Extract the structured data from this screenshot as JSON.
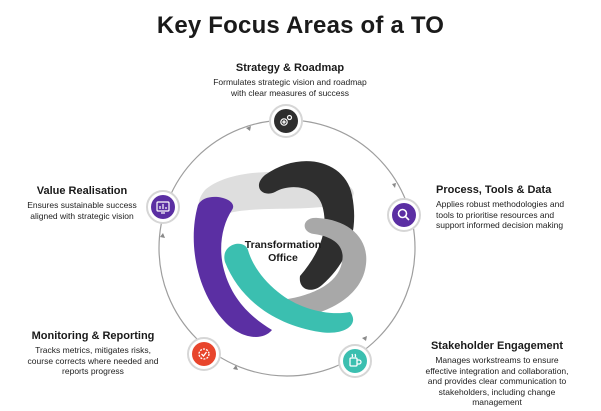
{
  "title": "Key Focus Areas of a TO",
  "center_label": {
    "line1": "Transformation",
    "line2": "Office"
  },
  "areas": [
    {
      "key": "strategy",
      "title": "Strategy & Roadmap",
      "lines": [
        "Formulates strategic vision and roadmap",
        "with clear measures of success"
      ],
      "icon": "gears-icon",
      "color": "#2e2e2e"
    },
    {
      "key": "process",
      "title": "Process, Tools  & Data",
      "lines": [
        "Applies robust methodologies and",
        "tools to prioritise resources and",
        "support informed decision making"
      ],
      "icon": "magnifier-icon",
      "color": "#5b2fa3"
    },
    {
      "key": "stakeholder",
      "title": "Stakeholder Engagement",
      "lines": [
        "Manages workstreams to ensure",
        "effective integration and collaboration,",
        "and provides clear communication to",
        "stakeholders, including change",
        "management"
      ],
      "icon": "coffee-cup-icon",
      "color": "#3bbfb0"
    },
    {
      "key": "monitoring",
      "title": "Monitoring & Reporting",
      "lines": [
        "Tracks metrics, mitigates risks,",
        "course corrects where needed and",
        "reports progress"
      ],
      "icon": "gear-check-icon",
      "color": "#e8452c"
    },
    {
      "key": "value",
      "title": "Value Realisation",
      "lines": [
        "Ensures sustainable success",
        "aligned with strategic vision"
      ],
      "icon": "dashboard-monitor-icon",
      "color": "#5b2fa3"
    }
  ],
  "colors": {
    "dark": "#2e2e2e",
    "purple": "#5b2fa3",
    "teal": "#3bbfb0",
    "gray": "#a8a8a8",
    "light": "#e0e0e0",
    "red": "#e8452c"
  }
}
